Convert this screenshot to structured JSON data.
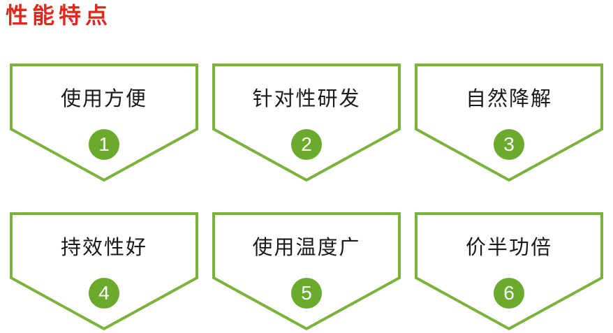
{
  "header": {
    "title": "性能特点"
  },
  "colors": {
    "title": "#e0281c",
    "frame": "#7ab23c",
    "badge": "#6aab2e",
    "label": "#1a1a1a"
  },
  "features": [
    {
      "label": "使用方便",
      "number": "1"
    },
    {
      "label": "针对性研发",
      "number": "2"
    },
    {
      "label": "自然降解",
      "number": "3"
    },
    {
      "label": "持效性好",
      "number": "4"
    },
    {
      "label": "使用温度广",
      "number": "5"
    },
    {
      "label": "价半功倍",
      "number": "6"
    }
  ]
}
